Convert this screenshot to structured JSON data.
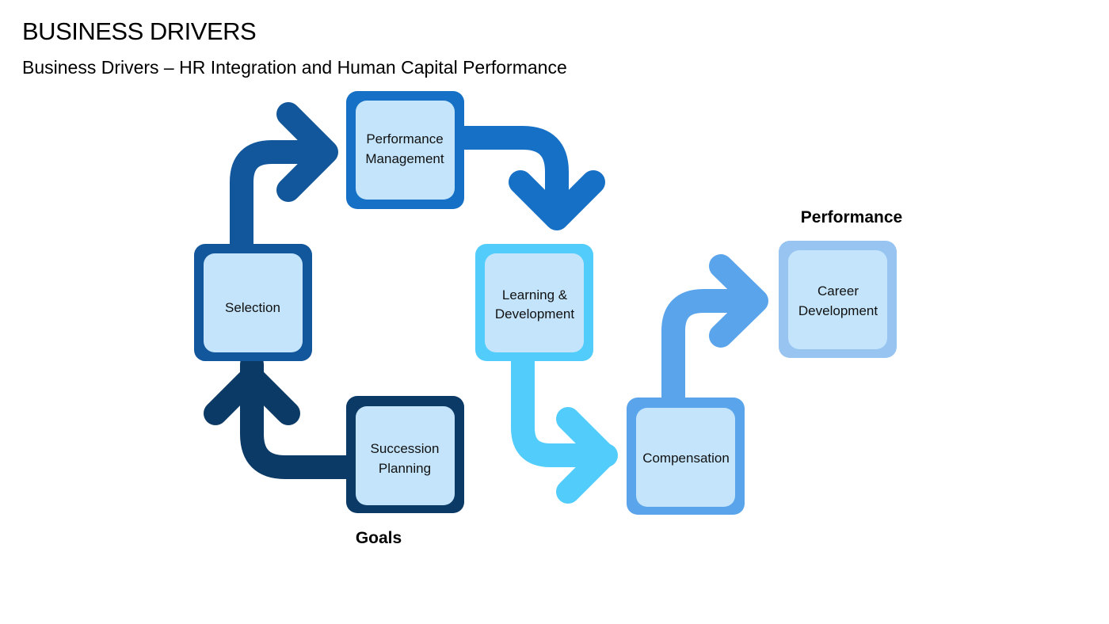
{
  "header": {
    "title": "BUSINESS DRIVERS",
    "subtitle": "Business Drivers – HR Integration and Human Capital Performance"
  },
  "labels": {
    "goals": "Goals",
    "performance": "Performance"
  },
  "steps": [
    {
      "id": "succession-planning",
      "lines": [
        "Succession",
        "Planning"
      ],
      "color": "#0B3A66"
    },
    {
      "id": "selection",
      "lines": [
        "Selection"
      ],
      "color": "#12579B"
    },
    {
      "id": "performance-management",
      "lines": [
        "Performance",
        "Management"
      ],
      "color": "#1670C6"
    },
    {
      "id": "learning-development",
      "lines": [
        "Learning &",
        "Development"
      ],
      "color": "#52CDFB"
    },
    {
      "id": "compensation",
      "lines": [
        "Compensation"
      ],
      "color": "#5AA4EC"
    },
    {
      "id": "career-development",
      "lines": [
        "Career",
        "Development"
      ],
      "color": "#97C4F1"
    }
  ],
  "colors": {
    "inner_fill": "#C3E4FB",
    "arrow_succession_to_selection": "#0B3A66",
    "arrow_selection_to_performance": "#12579B",
    "arrow_performance_to_learning": "#1670C6",
    "arrow_learning_to_compensation": "#52CDFB",
    "arrow_compensation_to_career": "#5AA4EC"
  }
}
